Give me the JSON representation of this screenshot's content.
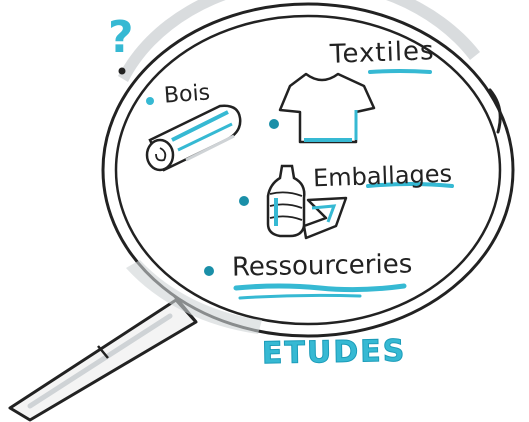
{
  "labels": {
    "question": "?",
    "bois": "Bois",
    "textiles": "Textiles",
    "emballages": "Emballages",
    "ressourceries": "Ressourceries",
    "etudes": "ETUDES"
  },
  "icons": {
    "magnifier": "magnifying-glass-icon",
    "bois": "wood-log-icon",
    "textiles": "t-shirt-icon",
    "emballages": "bottle-packaging-icon"
  },
  "colors": {
    "ink": "#222222",
    "accent": "#36b9d3",
    "lens_shade": "#cfd3d6",
    "handle_fill": "#f4f4f4"
  }
}
